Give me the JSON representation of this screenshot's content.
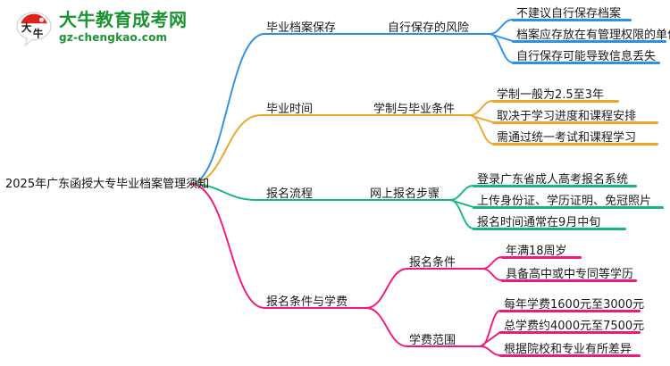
{
  "logo": {
    "mark_name": "daniu-speech-bubble-logo",
    "title": "大牛教育成考网",
    "domain": "gz-chengkao.com",
    "brand_green": "#1a9433",
    "brand_red": "#d9241f"
  },
  "mindmap": {
    "root": {
      "label": "2025年广东函授大专毕业档案管理须知"
    },
    "branches": [
      {
        "label": "毕业档案保存",
        "color": "#2e8fe8",
        "children": [
          {
            "label": "自行保存的风险",
            "children": [
              {
                "label": "不建议自行保存档案"
              },
              {
                "label": "档案应存放在有管理权限的单位"
              },
              {
                "label": "自行保存可能导致信息丢失"
              }
            ]
          }
        ]
      },
      {
        "label": "毕业时间",
        "color": "#eda728",
        "children": [
          {
            "label": "学制与毕业条件",
            "children": [
              {
                "label": "学制一般为2.5至3年"
              },
              {
                "label": "取决于学习进度和课程安排"
              },
              {
                "label": "需通过统一考试和课程学习"
              }
            ]
          }
        ]
      },
      {
        "label": "报名流程",
        "color": "#17b877",
        "children": [
          {
            "label": "网上报名步骤",
            "children": [
              {
                "label": "登录广东省成人高考报名系统"
              },
              {
                "label": "上传身份证、学历证明、免冠照片"
              },
              {
                "label": "报名时间通常在9月中旬"
              }
            ]
          }
        ]
      },
      {
        "label": "报名条件与学费",
        "color": "#f0187c",
        "children": [
          {
            "label": "报名条件",
            "children": [
              {
                "label": "年满18周岁"
              },
              {
                "label": "具备高中或中专同等学历"
              }
            ]
          },
          {
            "label": "学费范围",
            "children": [
              {
                "label": "每年学费1600元至3000元"
              },
              {
                "label": "总学费约4000元至7500元"
              },
              {
                "label": "根据院校和专业有所差异"
              }
            ]
          }
        ]
      }
    ]
  }
}
